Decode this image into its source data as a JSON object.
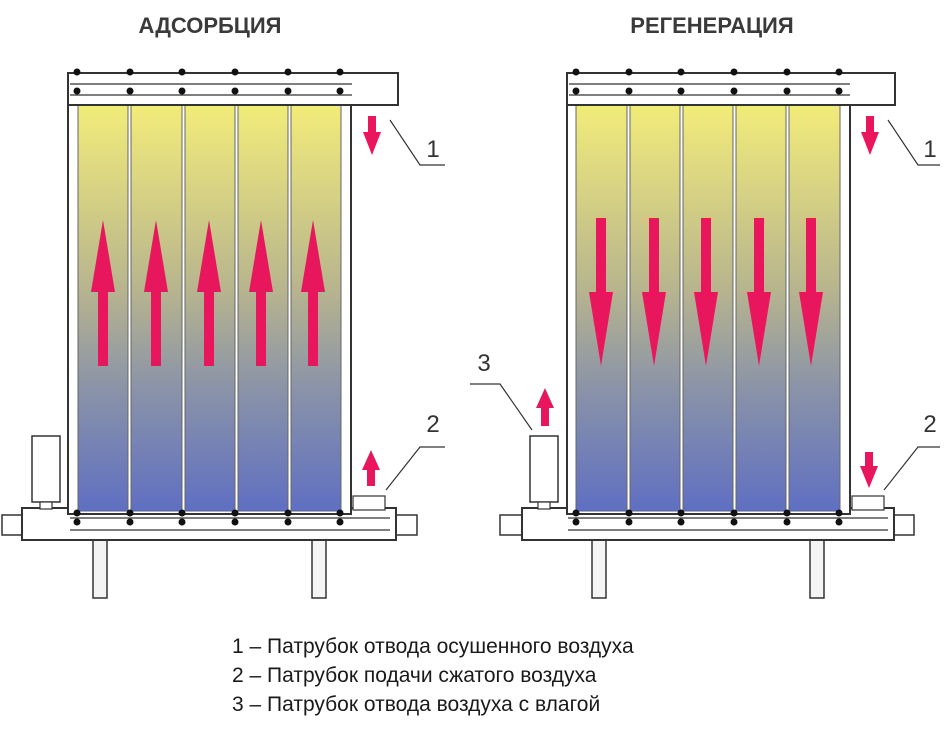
{
  "panels": [
    {
      "title": "АДСОРБЦИЯ",
      "flow_direction": "up",
      "labels": [
        "1",
        "2"
      ]
    },
    {
      "title": "РЕГЕНЕРАЦИЯ",
      "flow_direction": "down",
      "labels": [
        "3",
        "1",
        "2"
      ]
    }
  ],
  "legend": [
    "1 – Патрубок отвода осушенного воздуха",
    "2 – Патрубок подачи сжатого воздуха",
    "3 – Патрубок отвода воздуха с влагой"
  ],
  "colors": {
    "arrow": "#e8175d",
    "gradient_top": "#f2ec7a",
    "gradient_bottom": "#5f6fc2",
    "frame": "#333333"
  }
}
